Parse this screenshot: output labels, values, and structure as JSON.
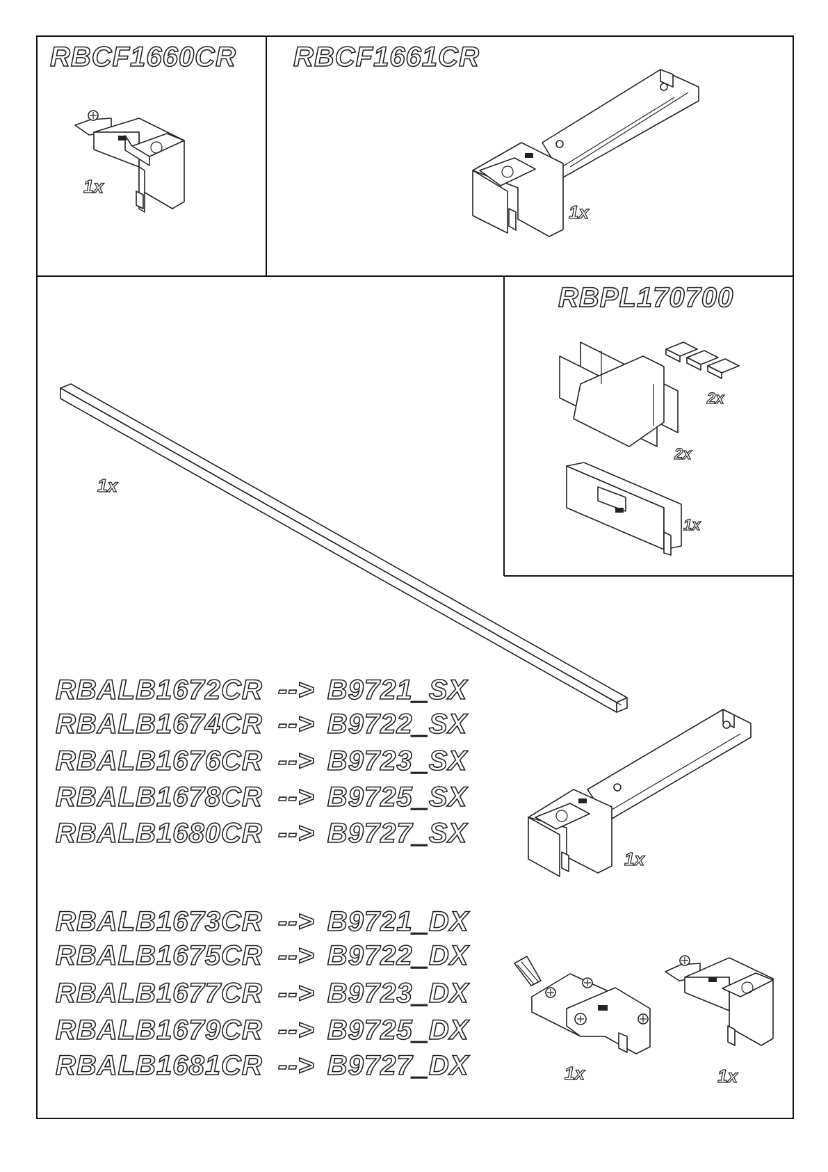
{
  "panels": {
    "top_left": {
      "code": "RBCF1660CR",
      "qty": "1x"
    },
    "top_right": {
      "code": "RBCF1661CR",
      "qty": "1x"
    },
    "kit": {
      "code": "RBPL170700",
      "qty_pads": "2x",
      "qty_covers": "2x",
      "qty_channel": "1x"
    },
    "bar": {
      "qty": "1x"
    },
    "arm_sx": {
      "qty": "1x"
    },
    "arm_dx_wall": {
      "qty": "1x"
    },
    "arm_dx_glass": {
      "qty": "1x"
    }
  },
  "mapping_sx": [
    {
      "code": "RBALB1672CR",
      "arrow": "-->",
      "target": "B9721_SX"
    },
    {
      "code": "RBALB1674CR",
      "arrow": "-->",
      "target": "B9722_SX"
    },
    {
      "code": "RBALB1676CR",
      "arrow": "-->",
      "target": "B9723_SX"
    },
    {
      "code": "RBALB1678CR",
      "arrow": "-->",
      "target": "B9725_SX"
    },
    {
      "code": "RBALB1680CR",
      "arrow": "-->",
      "target": "B9727_SX"
    }
  ],
  "mapping_dx": [
    {
      "code": "RBALB1673CR",
      "arrow": "-->",
      "target": "B9721_DX"
    },
    {
      "code": "RBALB1675CR",
      "arrow": "-->",
      "target": "B9722_DX"
    },
    {
      "code": "RBALB1677CR",
      "arrow": "-->",
      "target": "B9723_DX"
    },
    {
      "code": "RBALB1679CR",
      "arrow": "-->",
      "target": "B9725_DX"
    },
    {
      "code": "RBALB1681CR",
      "arrow": "-->",
      "target": "B9727_DX"
    }
  ]
}
